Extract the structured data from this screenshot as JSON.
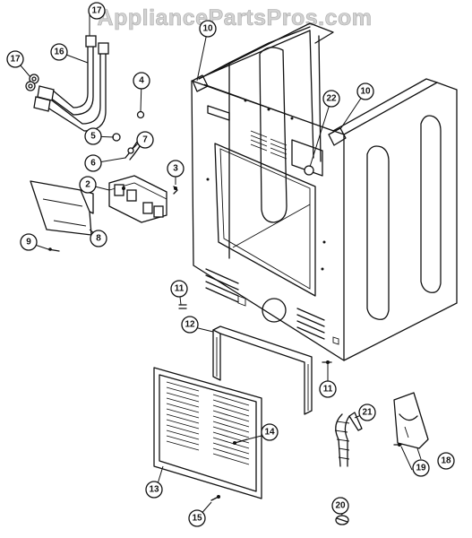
{
  "watermark": "AppliancePartsPros.com",
  "part_numbers": {
    "p2": "2",
    "p3": "3",
    "p4": "4",
    "p5": "5",
    "p6": "6",
    "p7": "7",
    "p8": "8",
    "p9": "9",
    "p10a": "10",
    "p10b": "10",
    "p11a": "11",
    "p11b": "11",
    "p12": "12",
    "p13": "13",
    "p14": "14",
    "p15": "15",
    "p16": "16",
    "p17a": "17",
    "p17b": "17",
    "p18": "18",
    "p19": "19",
    "p20": "20",
    "p21": "21",
    "p22": "22"
  }
}
